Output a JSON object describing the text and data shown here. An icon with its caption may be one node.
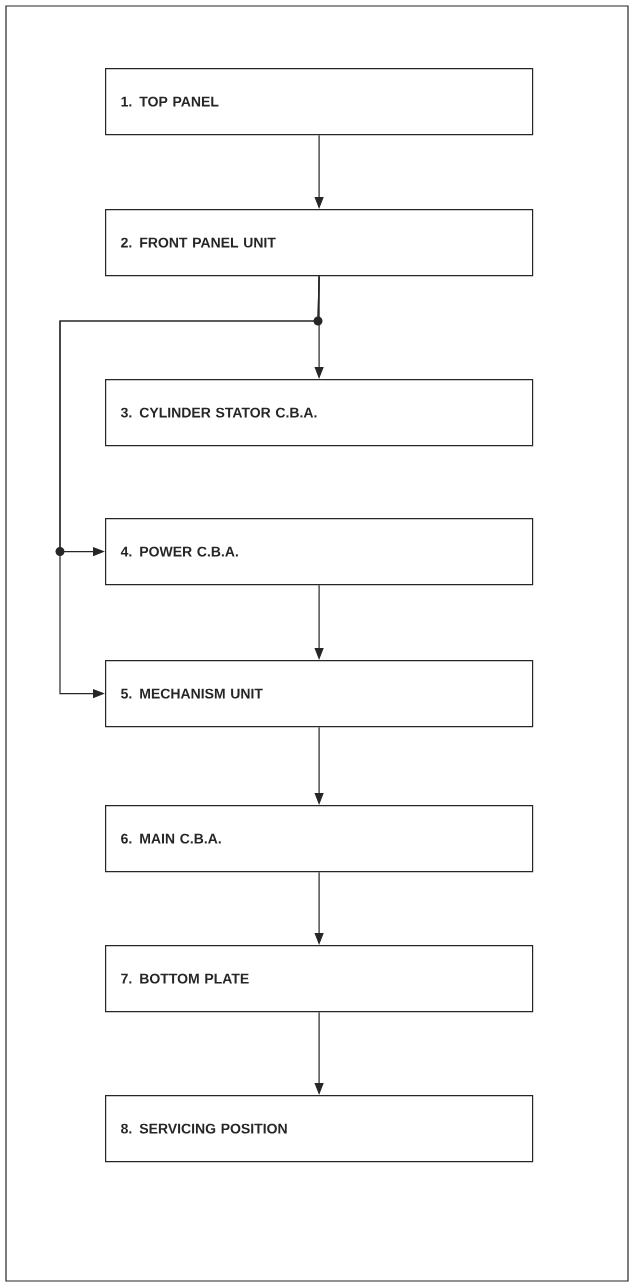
{
  "diagram": {
    "nodes": [
      {
        "text": [
          "1. TOP PANEL"
        ]
      },
      {
        "text": [
          "2. FRONT PANEL UNIT"
        ]
      },
      {
        "text": [
          "3. CYLINDER STATOR C.B.A."
        ]
      },
      {
        "text": [
          "4. POWER C.B.A."
        ]
      },
      {
        "text": [
          "5. MECHANISM UNIT"
        ]
      },
      {
        "text": [
          "6. MAIN C.B.A."
        ]
      },
      {
        "text": [
          "7. BOTTOM PLATE"
        ]
      },
      {
        "text": [
          "8. SERVICING POSITION"
        ]
      }
    ],
    "edges": [
      {
        "from": 0,
        "to": 1,
        "arrow": "to"
      },
      {
        "from": 1,
        "to": 2,
        "arrow": "to"
      },
      {
        "from": 1,
        "to": 3,
        "arrow": "to"
      },
      {
        "from": 1,
        "to": 4,
        "arrow": "to"
      },
      {
        "from": 3,
        "to": 4,
        "arrow": "to"
      },
      {
        "from": 4,
        "to": 5,
        "arrow": "to"
      },
      {
        "from": 5,
        "to": 6,
        "arrow": "to"
      },
      {
        "from": 6,
        "to": 7,
        "arrow": "to"
      }
    ]
  }
}
